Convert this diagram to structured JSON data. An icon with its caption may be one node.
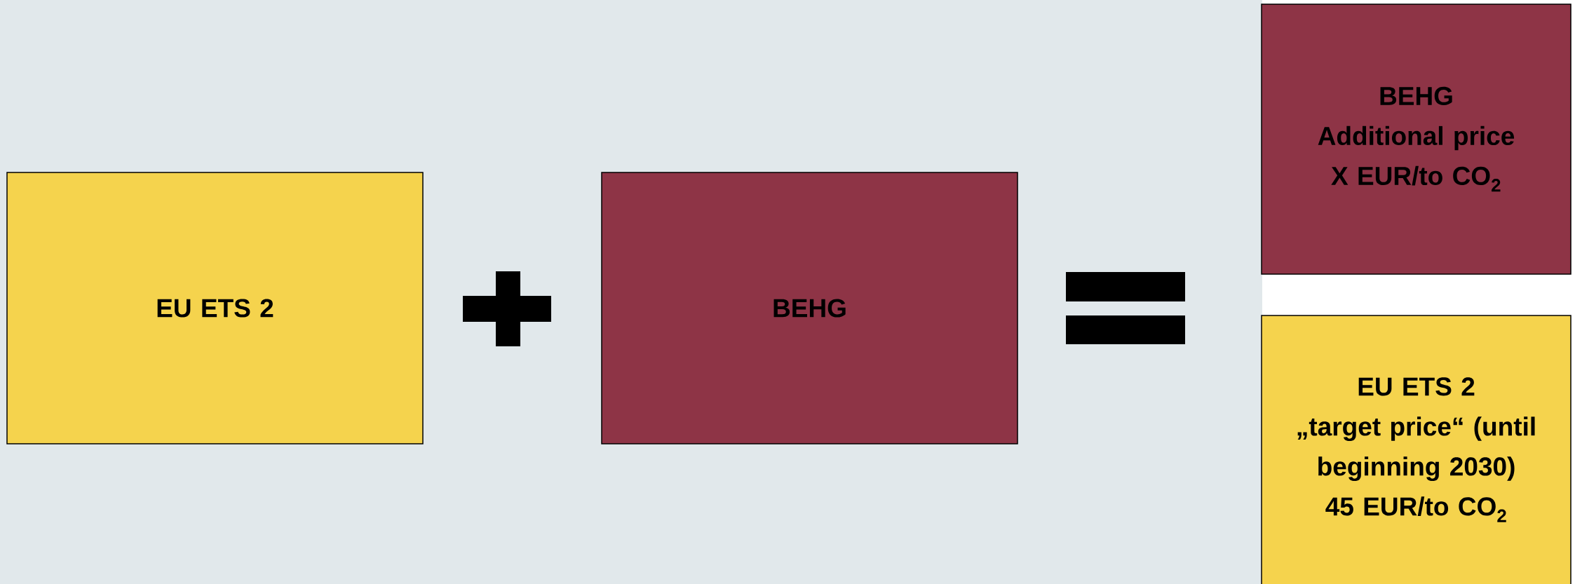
{
  "diagram": {
    "nodes": [
      {
        "text": [
          "EU ETS 2"
        ]
      },
      {
        "text": [
          "BEHG"
        ]
      },
      {
        "text": [
          "BEHG",
          "Additional price",
          "X EUR/to CO$_{2}$"
        ]
      },
      {
        "text": [
          "EU ETS 2",
          "„target price“ (until beginning 2030)",
          "45 EUR/to CO$_{2}$"
        ]
      }
    ]
  }
}
